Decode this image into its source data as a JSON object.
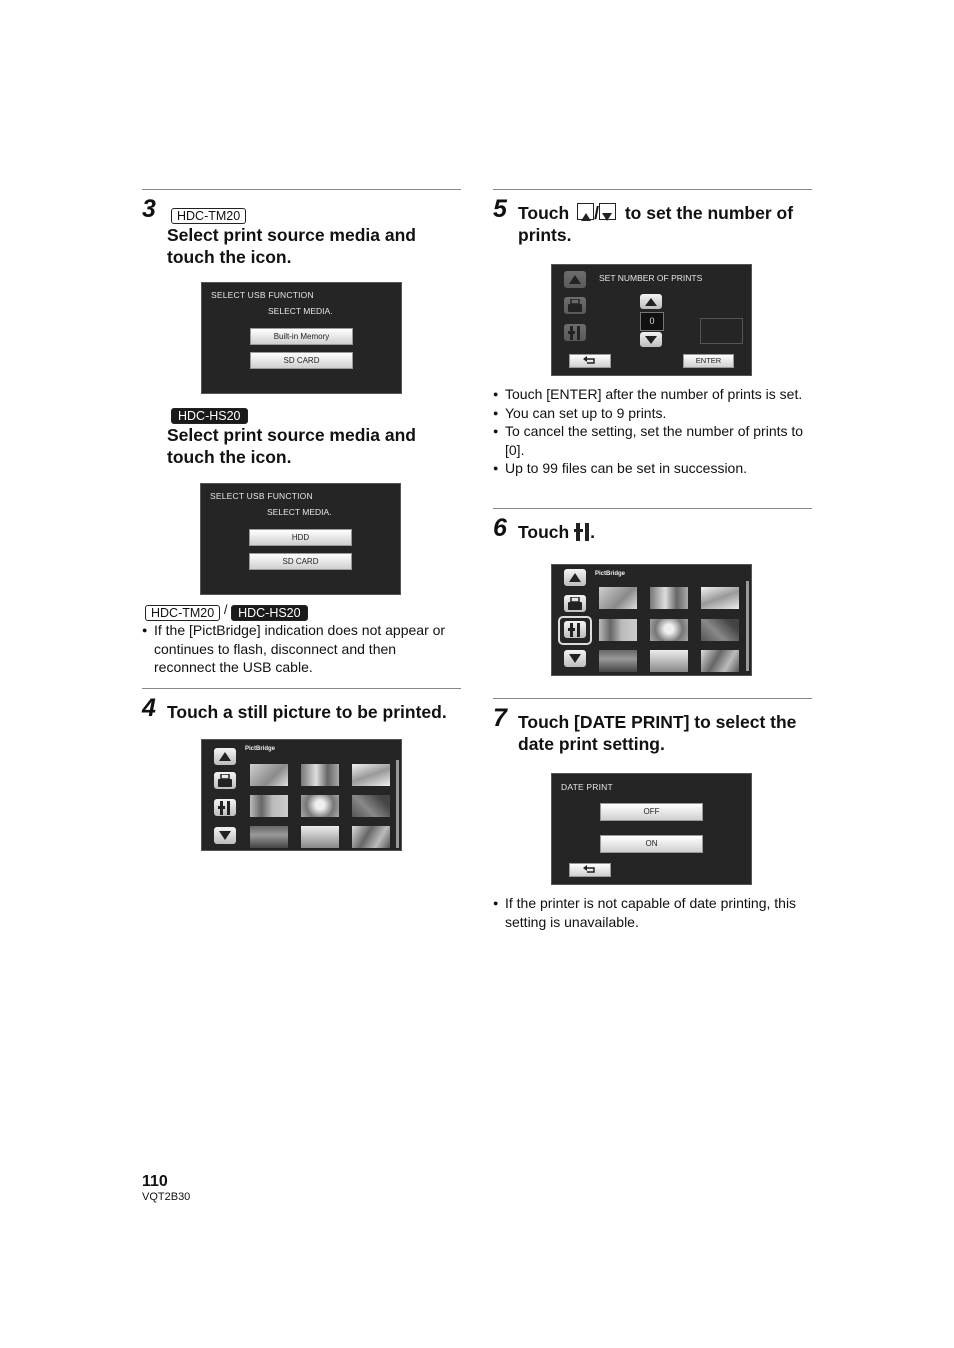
{
  "step3": {
    "number": "3",
    "model_a": "HDC-TM20",
    "heading_a": "Select print source media and touch the icon.",
    "screen_a": {
      "title": "SELECT USB FUNCTION",
      "subtitle": "SELECT MEDIA.",
      "btn1": "Built-in Memory",
      "btn2": "SD CARD"
    },
    "model_b": "HDC-HS20",
    "heading_b": "Select print source media and touch the icon.",
    "screen_b": {
      "title": "SELECT USB FUNCTION",
      "subtitle": "SELECT MEDIA.",
      "btn1": "HDD",
      "btn2": "SD CARD"
    },
    "note_models": {
      "a": "HDC-TM20",
      "sep": "/",
      "b": "HDC-HS20"
    },
    "note": "If the [PictBridge] indication does not appear or continues to flash, disconnect and then reconnect the USB cable."
  },
  "step4": {
    "number": "4",
    "heading": "Touch a still picture to be printed.",
    "screen": {
      "title": "PictBridge"
    }
  },
  "step5": {
    "number": "5",
    "heading_pre": "Touch",
    "heading_sep": "/",
    "heading_line1_post": "to set the number of",
    "heading_line2": "prints.",
    "screen": {
      "title": "SET NUMBER OF PRINTS",
      "value": "0",
      "enter": "ENTER"
    },
    "bullets": [
      "Touch [ENTER] after the number of prints is set.",
      "You can set up to 9 prints.",
      "To cancel the setting, set the number of prints to [0].",
      "Up to 99 files can be set in succession."
    ]
  },
  "step6": {
    "number": "6",
    "heading": "Touch",
    "heading_end": ".",
    "screen": {
      "title": "PictBridge"
    }
  },
  "step7": {
    "number": "7",
    "heading": "Touch [DATE PRINT] to select the date print setting.",
    "screen": {
      "title": "DATE PRINT",
      "off": "OFF",
      "on": "ON"
    },
    "bullets": [
      "If the printer is not capable of date printing, this setting is unavailable."
    ]
  },
  "footer": {
    "page": "110",
    "code": "VQT2B30"
  },
  "icons": [
    "up-arrow-icon",
    "down-arrow-icon",
    "print-icon",
    "tools-icon",
    "return-icon"
  ]
}
